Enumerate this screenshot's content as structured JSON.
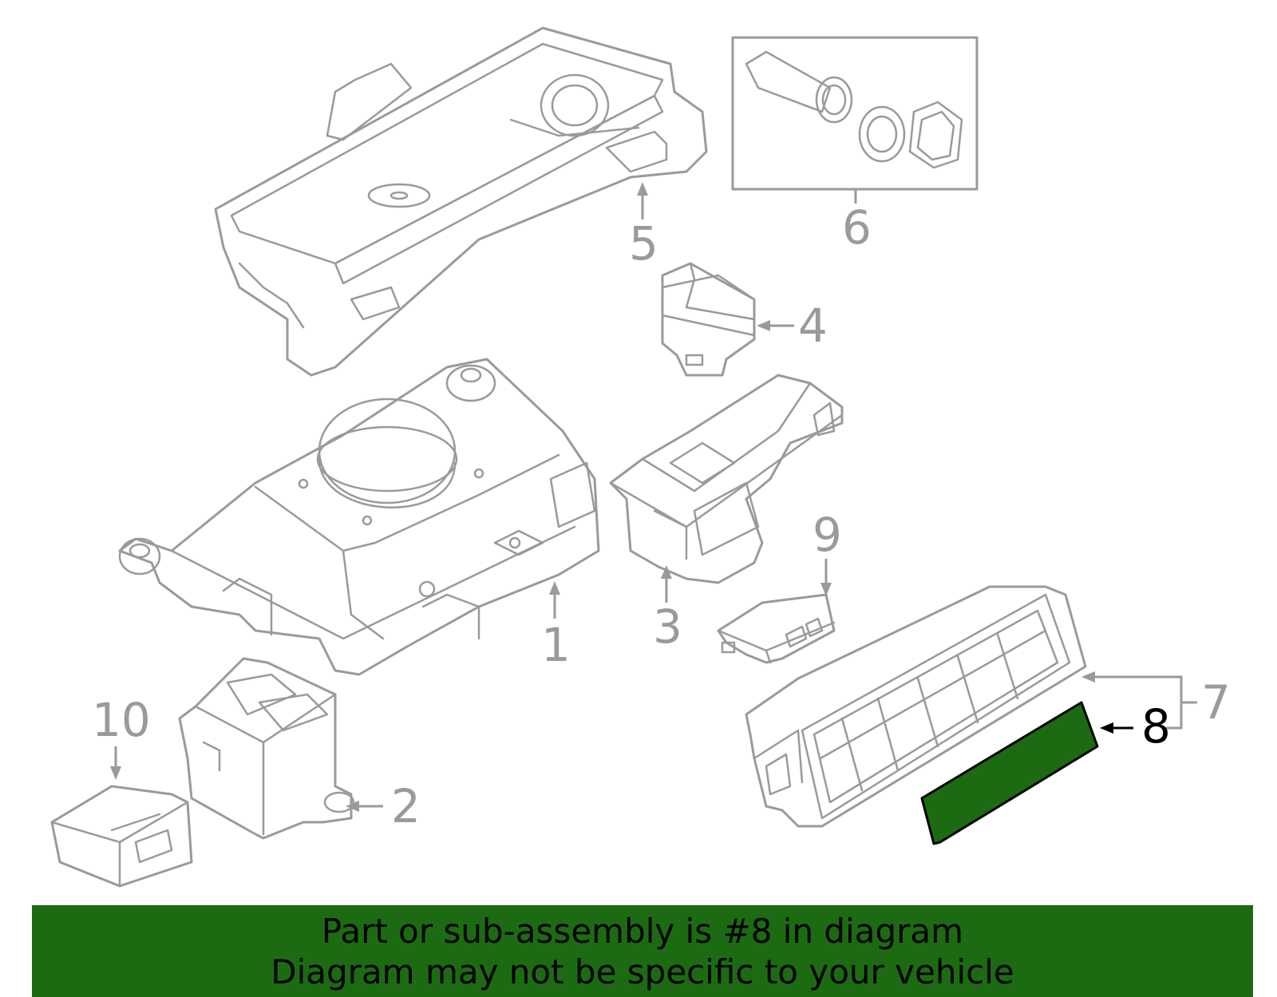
{
  "diagram": {
    "highlight_color": "#1c6b12",
    "line_color": "#9a9a9a",
    "callouts": [
      "1",
      "2",
      "3",
      "4",
      "5",
      "6",
      "7",
      "8",
      "9",
      "10"
    ],
    "highlighted_part": "8"
  },
  "banner": {
    "line1": "Part or sub-assembly is #8 in diagram",
    "line2": "Diagram may not be specific to your vehicle"
  }
}
